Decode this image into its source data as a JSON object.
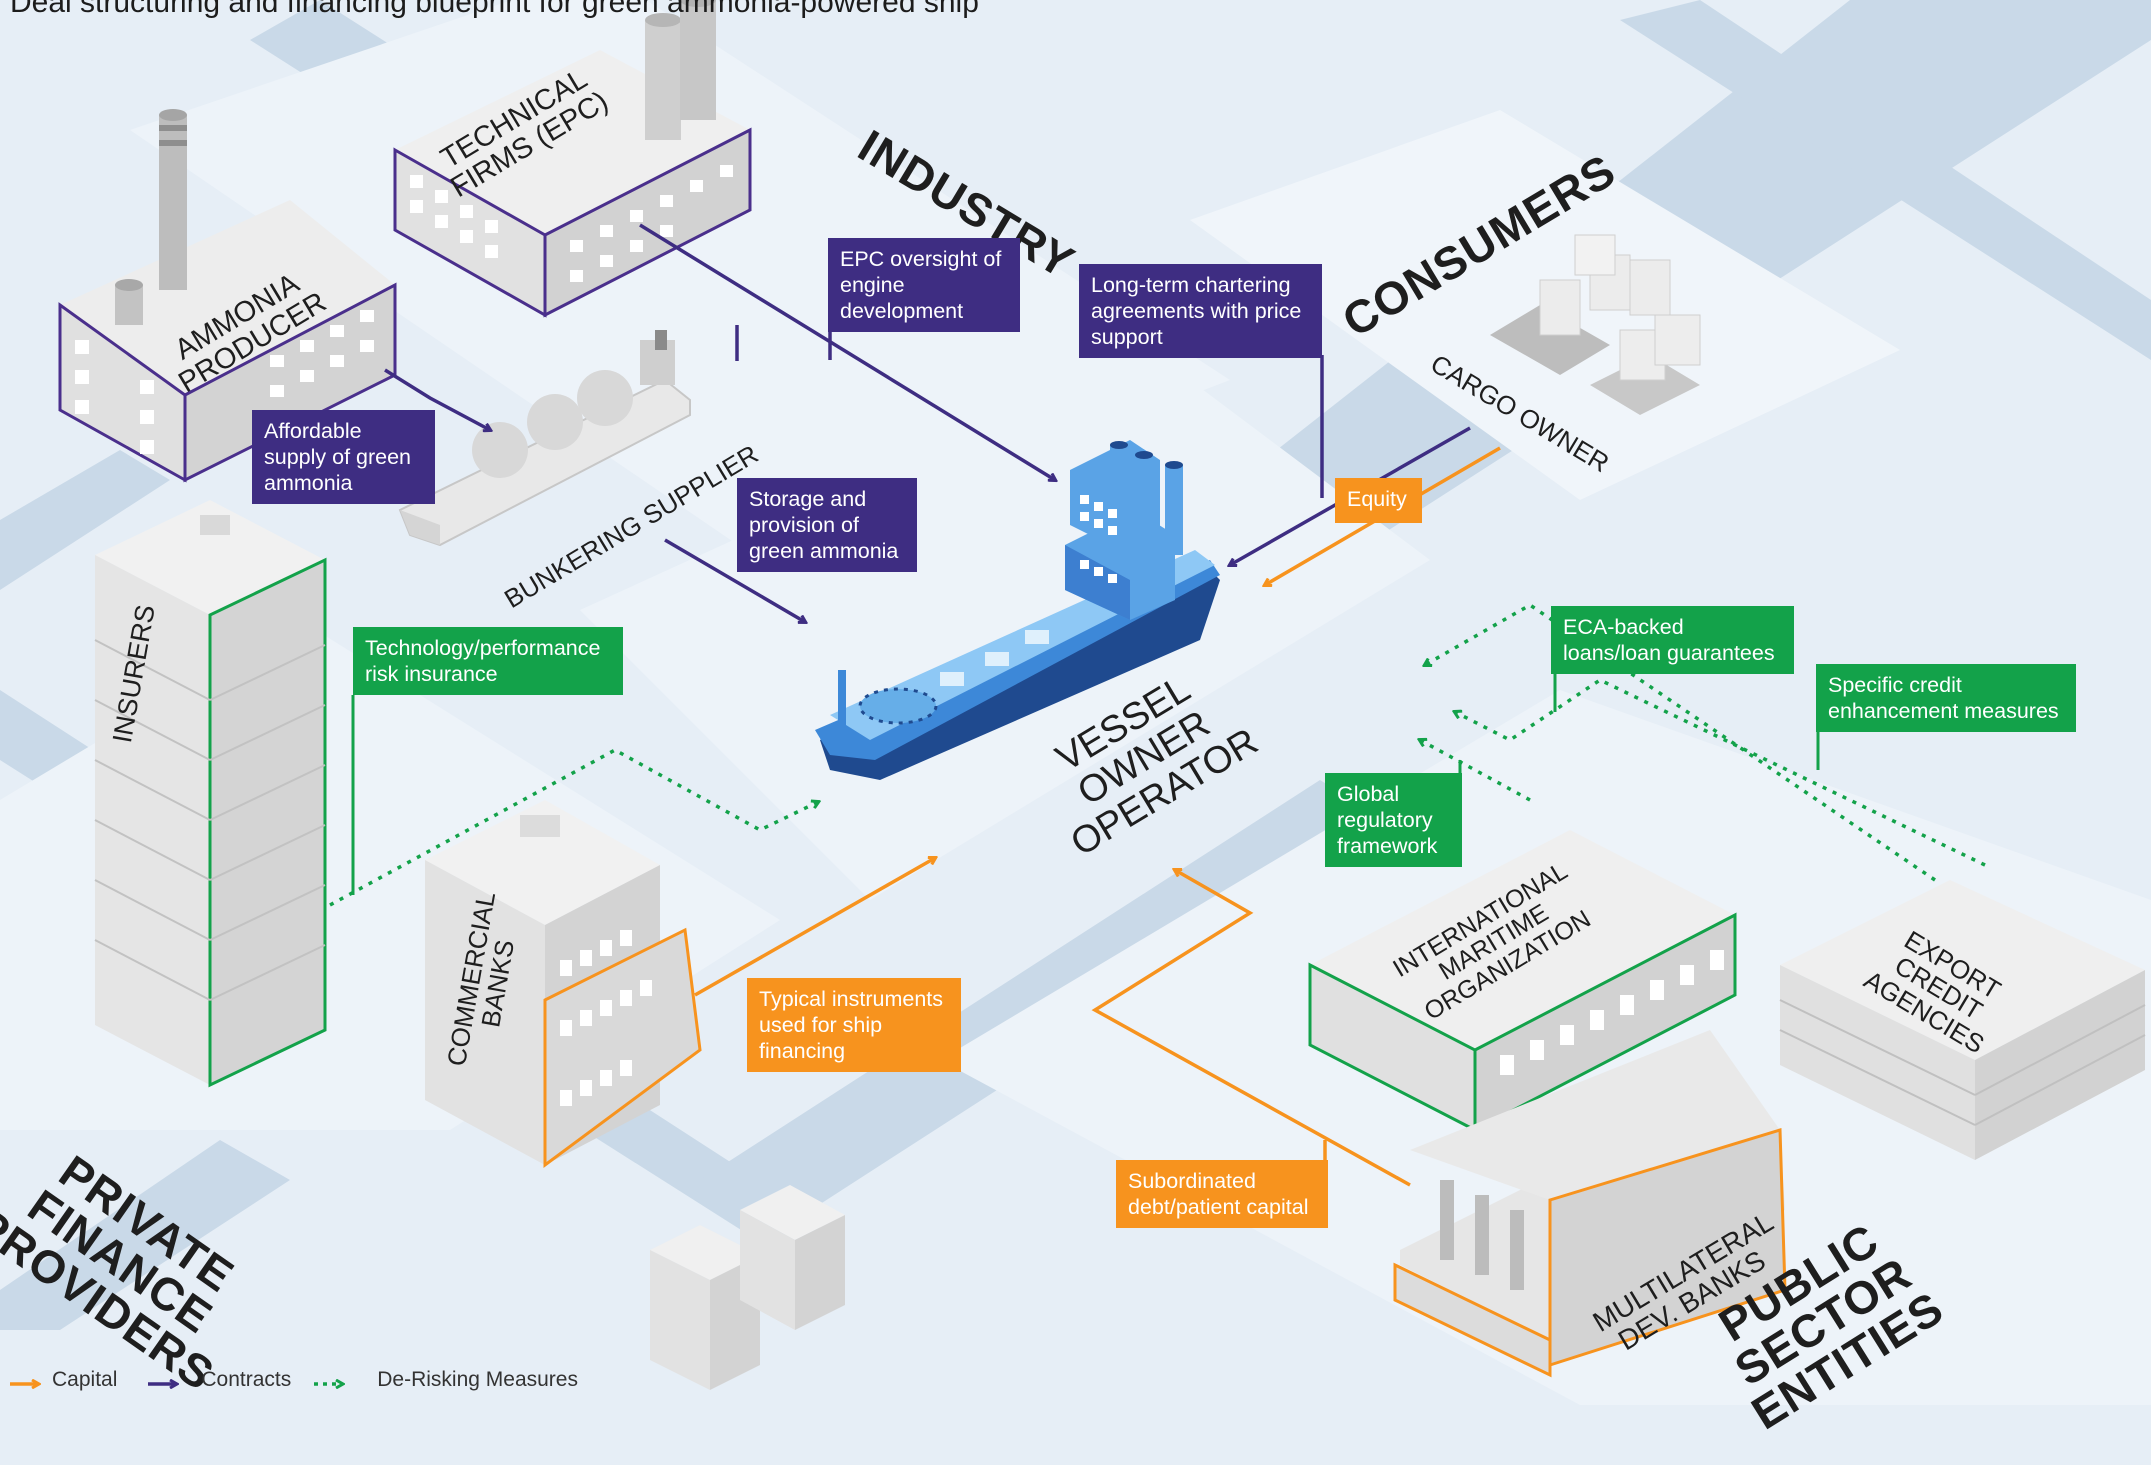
{
  "title": "Deal structuring and financing blueprint for green ammonia-powered ship",
  "zones": {
    "industry": "INDUSTRY",
    "consumers": "CONSUMERS",
    "private_finance": "PRIVATE FINANCE PROVIDERS",
    "public_sector": "PUBLIC SECTOR ENTITIES"
  },
  "entities": {
    "ammonia_producer": "AMMONIA PRODUCER",
    "technical_firms": "TECHNICAL FIRMS (EPC)",
    "bunkering_supplier": "BUNKERING SUPPLIER",
    "cargo_owner": "CARGO OWNER",
    "vessel_owner": "VESSEL OWNER OPERATOR",
    "insurers": "INSURERS",
    "commercial_banks": "COMMERCIAL BANKS",
    "imo": "INTERNATIONAL MARITIME ORGANIZATION",
    "export_credit": "EXPORT CREDIT AGENCIES",
    "multilateral": "MULTILATERAL DEV. BANKS"
  },
  "flows": {
    "affordable_supply": "Affordable supply of green ammonia",
    "epc_oversight": "EPC oversight of engine development",
    "storage": "Storage and provision of green ammonia",
    "long_term": "Long-term chartering agreements with price support",
    "equity": "Equity",
    "tech_insurance": "Technology/performance risk insurance",
    "typical_instruments": "Typical instruments used for ship financing",
    "eca_backed": "ECA-backed loans/loan guarantees",
    "specific_credit": "Specific credit enhancement measures",
    "global_regulatory": "Global regulatory framework",
    "subordinated": "Subordinated debt/patient capital"
  },
  "legend": {
    "capital": "Capital",
    "contracts": "Contracts",
    "derisking": "De-Risking Measures"
  },
  "colors": {
    "capital": "#f7931e",
    "contracts": "#3e2d82",
    "derisking": "#13a24a",
    "background": "#e6eef6",
    "road": "#c9d9e8"
  }
}
